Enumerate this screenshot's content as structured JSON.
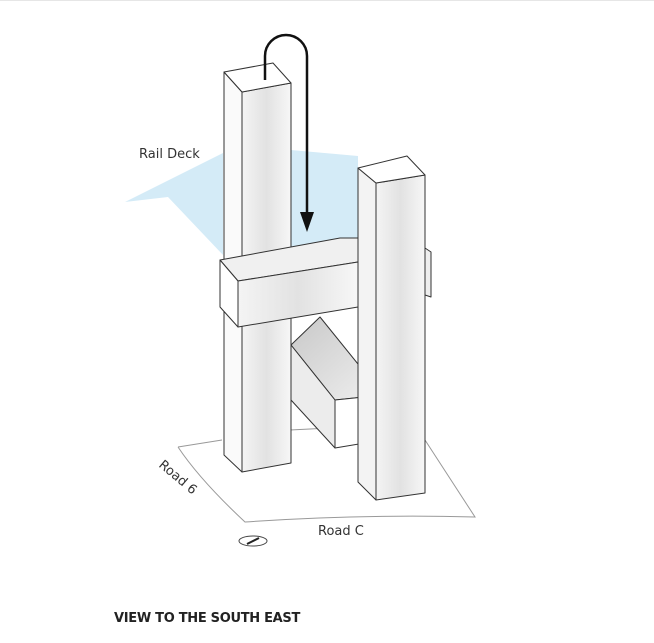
{
  "labels": {
    "rail_deck": "Rail Deck",
    "road_6": "Road 6",
    "road_c": "Road C"
  },
  "caption": "VIEW TO THE SOUTH EAST",
  "colors": {
    "rail_deck": "#d4ebf7",
    "outline": "#333333",
    "arrow": "#111111"
  },
  "icons": {
    "compass": "north-arrow-icon",
    "arrow": "circulation-arrow-icon"
  }
}
